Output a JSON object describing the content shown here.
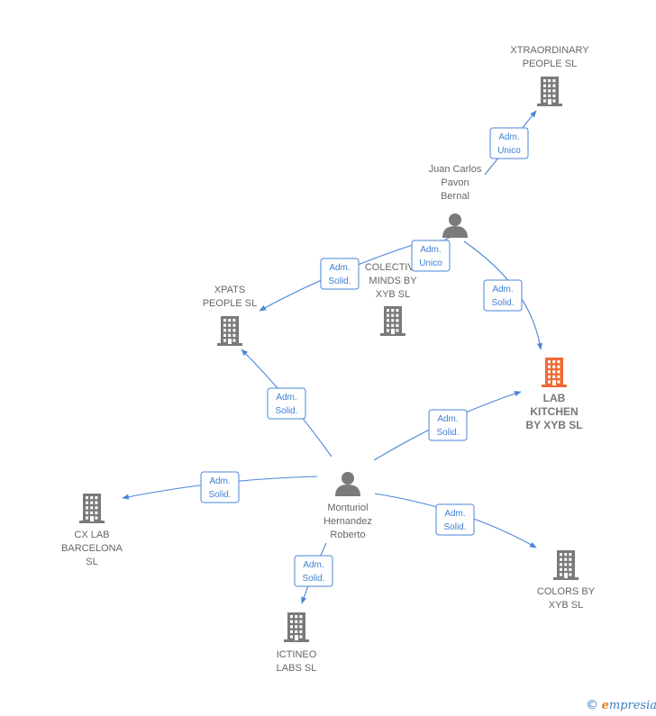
{
  "colors": {
    "edge": "#4a86d8",
    "company": "#7a7a7a",
    "focus_company": "#f06a35",
    "person": "#7a7a7a"
  },
  "nodes": [
    {
      "id": "xtraordinary",
      "kind": "company",
      "label": [
        "XTRAORDINARY",
        "PEOPLE  SL"
      ]
    },
    {
      "id": "juan",
      "kind": "person",
      "label": [
        "Juan Carlos",
        "Pavon",
        "Bernal"
      ]
    },
    {
      "id": "collective",
      "kind": "company",
      "label": [
        "COLECTIVE",
        "MINDS BY",
        "XYB  SL"
      ]
    },
    {
      "id": "xpats",
      "kind": "company",
      "label": [
        "XPATS",
        "PEOPLE  SL"
      ]
    },
    {
      "id": "lab",
      "kind": "company",
      "focus": true,
      "label": [
        "LAB",
        "KITCHEN",
        "BY XYB  SL"
      ]
    },
    {
      "id": "monturiol",
      "kind": "person",
      "label": [
        "Monturiol",
        "Hernandez",
        "Roberto"
      ]
    },
    {
      "id": "cxlab",
      "kind": "company",
      "label": [
        "CX LAB",
        "BARCELONA",
        "SL"
      ]
    },
    {
      "id": "colors",
      "kind": "company",
      "label": [
        "COLORS BY",
        "XYB  SL"
      ]
    },
    {
      "id": "ictineo",
      "kind": "company",
      "label": [
        "ICTINEO",
        "LABS  SL"
      ]
    }
  ],
  "edges": [
    {
      "from": "juan",
      "to": "xtraordinary",
      "badge": [
        "Adm.",
        "Unico"
      ]
    },
    {
      "from": "juan",
      "to": "xpats",
      "badge": [
        "Adm.",
        "Solid."
      ]
    },
    {
      "from": "juan",
      "to": "collective",
      "badge": [
        "Adm.",
        "Unico"
      ]
    },
    {
      "from": "juan",
      "to": "lab",
      "badge": [
        "Adm.",
        "Solid."
      ]
    },
    {
      "from": "monturiol",
      "to": "xpats",
      "badge": [
        "Adm.",
        "Solid."
      ]
    },
    {
      "from": "monturiol",
      "to": "lab",
      "badge": [
        "Adm.",
        "Solid."
      ]
    },
    {
      "from": "monturiol",
      "to": "cxlab",
      "badge": [
        "Adm.",
        "Solid."
      ]
    },
    {
      "from": "monturiol",
      "to": "colors",
      "badge": [
        "Adm.",
        "Solid."
      ]
    },
    {
      "from": "monturiol",
      "to": "ictineo",
      "badge": [
        "Adm.",
        "Solid."
      ]
    }
  ],
  "brand": {
    "copyright": "©",
    "initial": "e",
    "rest": "mpresia"
  }
}
